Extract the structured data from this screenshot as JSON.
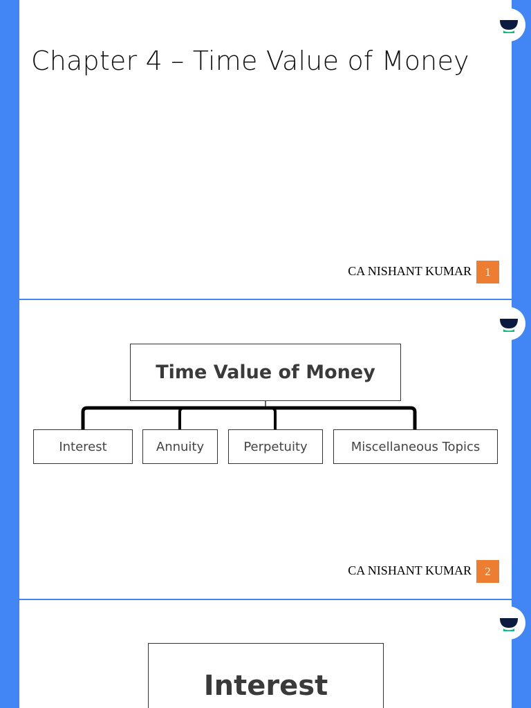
{
  "slides": [
    {
      "title": "Chapter 4 – Time Value of Money",
      "author": "CA NISHANT KUMAR",
      "page": "1"
    },
    {
      "diagram": {
        "root": "Time Value of Money",
        "children": [
          "Interest",
          "Annuity",
          "Perpetuity",
          "Miscellaneous Topics"
        ]
      },
      "author": "CA NISHANT KUMAR",
      "page": "2"
    },
    {
      "heading": "Interest"
    }
  ],
  "colors": {
    "side_bar": "#4285f4",
    "page_badge": "#ed7d31",
    "logo_dark": "#0b1b3f",
    "logo_accent": "#08bd80"
  },
  "icons": {
    "logo": "unacademy-logo-icon"
  }
}
